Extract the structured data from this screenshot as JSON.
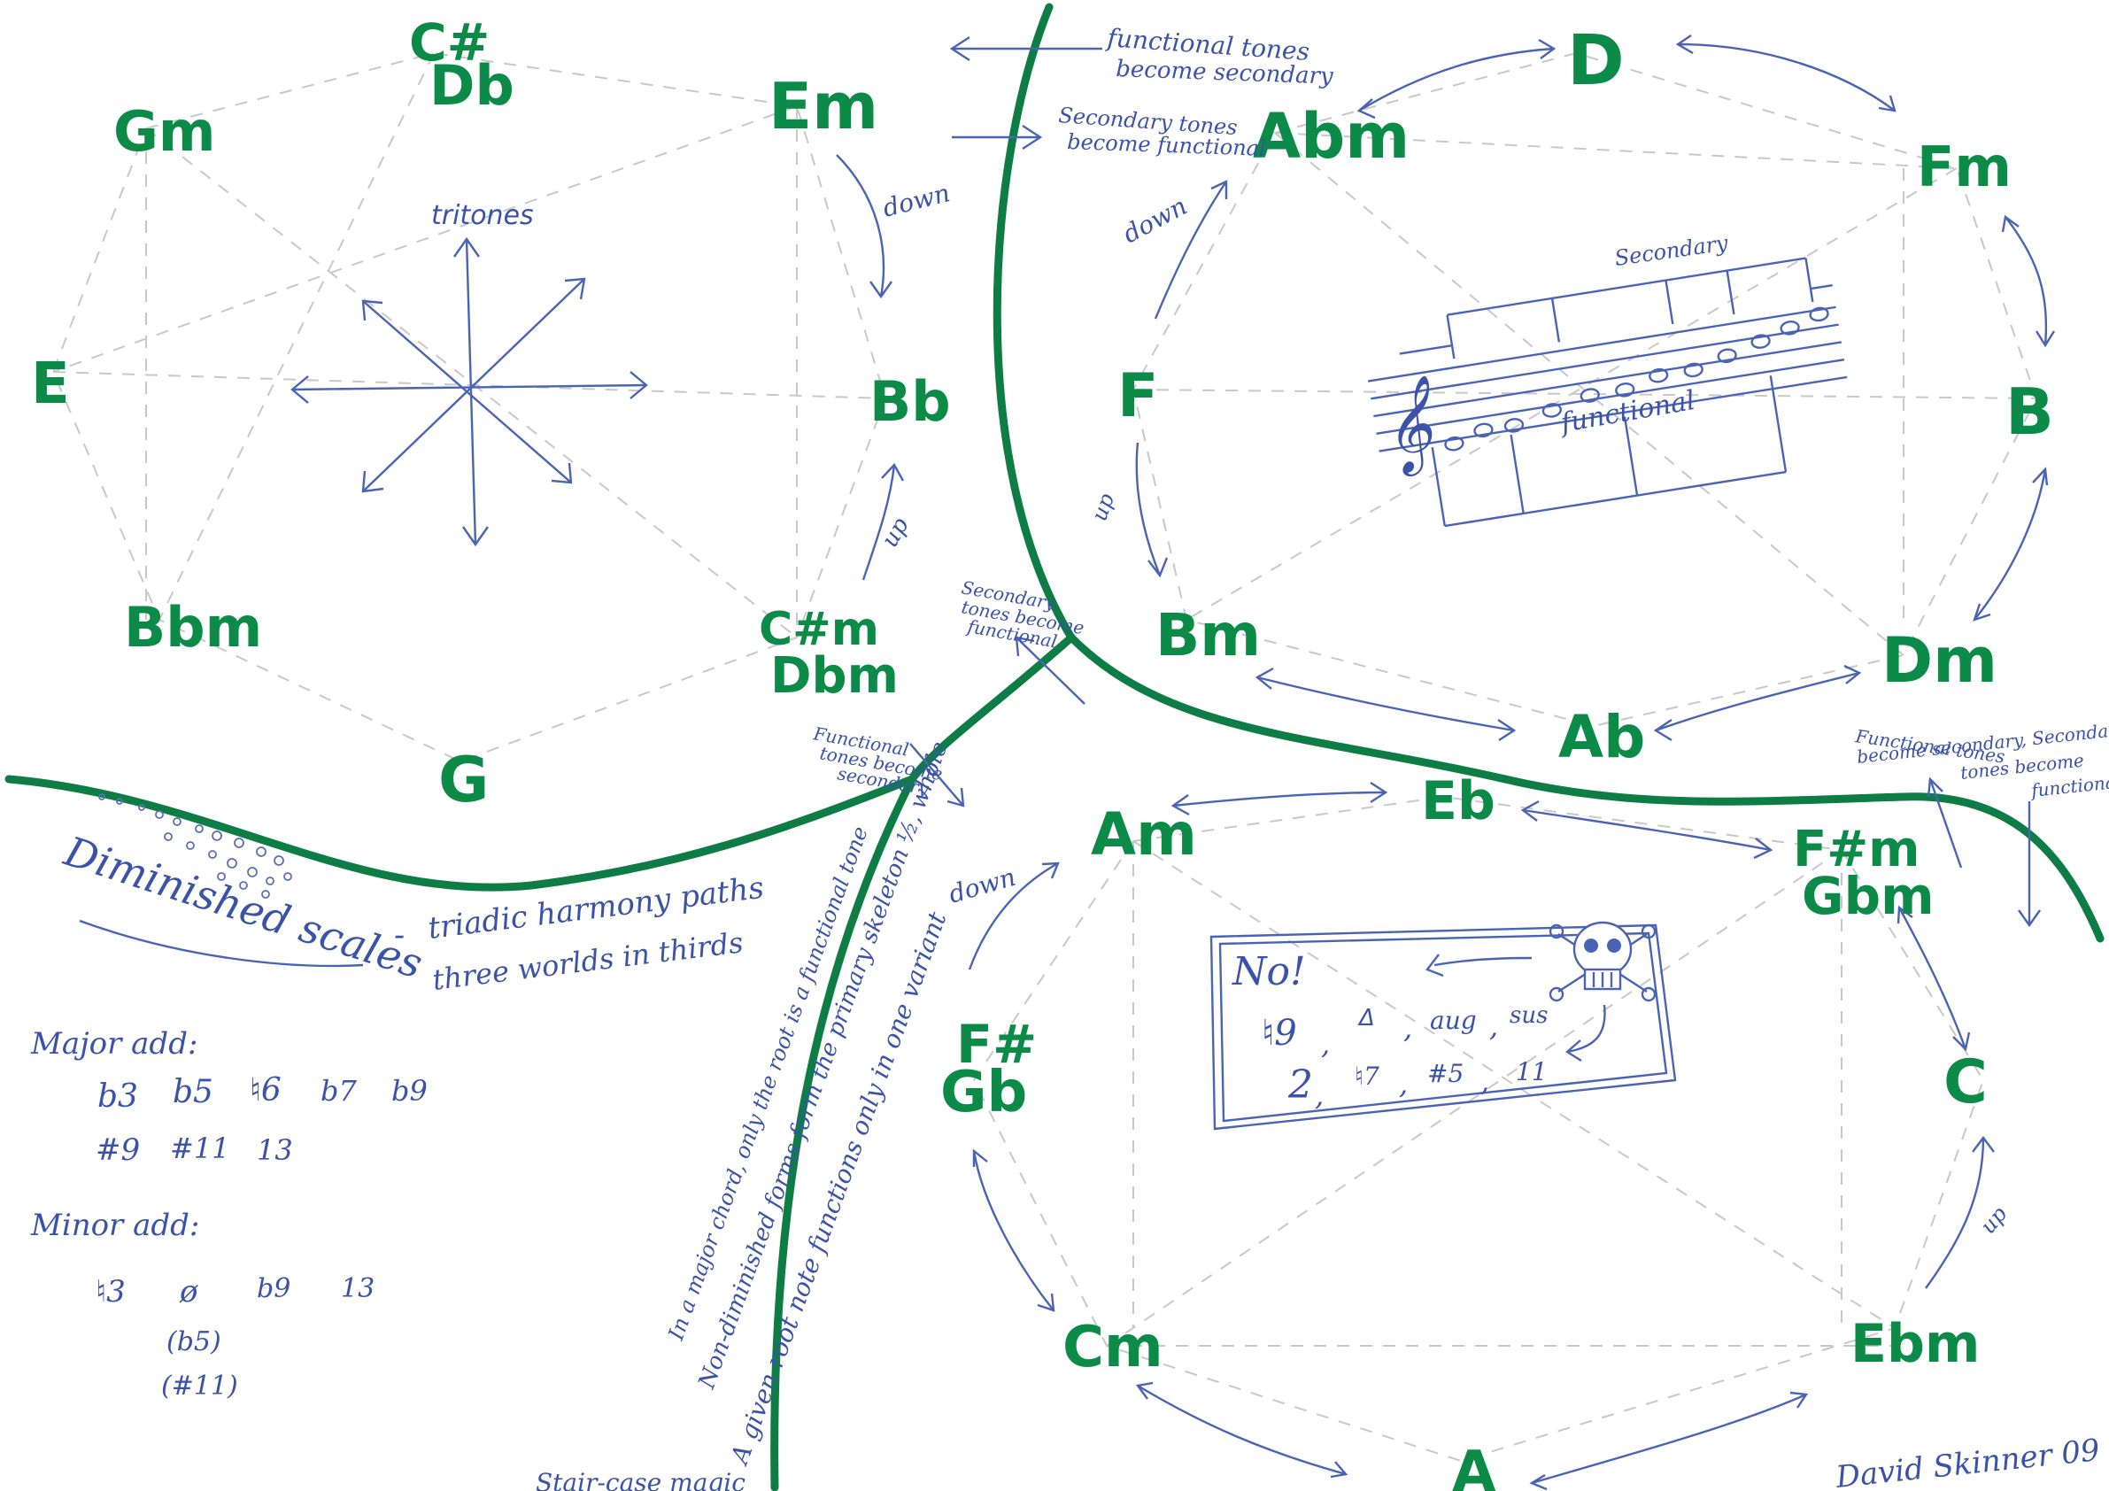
{
  "chords": {
    "gm": "Gm",
    "csharp": "C#",
    "db": "Db",
    "em": "Em",
    "e": "E",
    "bb": "Bb",
    "bbm": "Bbm",
    "csharpm": "C#m",
    "dbm": "Dbm",
    "g": "G",
    "d": "D",
    "abm": "Abm",
    "fm": "Fm",
    "f": "F",
    "b": "B",
    "bm": "Bm",
    "dm": "Dm",
    "ab": "Ab",
    "am": "Am",
    "eb": "Eb",
    "fsharpm": "F#m",
    "gbm": "Gbm",
    "fsharp": "F#",
    "gb": "Gb",
    "c": "C",
    "cm": "Cm",
    "ebm": "Ebm",
    "a": "A"
  },
  "notes": {
    "functional_secondary_1": "functional tones",
    "functional_secondary_2": "become secondary",
    "secondary_functional_1": "Secondary tones",
    "secondary_functional_2": "become functional",
    "down_1": "down",
    "down_2": "down",
    "down_3": "down",
    "up_1": "up",
    "up_2": "up",
    "up_3": "up",
    "tritones": "tritones",
    "secondary_staff": "Secondary",
    "functional_staff": "functional",
    "mid_sec_1": "Secondary",
    "mid_sec_2": "tones become",
    "mid_sec_3": "functional",
    "mid_func_1": "Functional",
    "mid_func_2": "tones become",
    "mid_func_3": "secondary",
    "right_1": "Functional tones",
    "right_2": "become secondary, Secondary",
    "right_3": "tones become",
    "right_4": "functional"
  },
  "title": {
    "main": "Diminished scales",
    "dash": "-",
    "sub_1": "triadic harmony paths",
    "sub_2": "three worlds in thirds"
  },
  "major": {
    "label": "Major add:",
    "row_1": [
      "b3",
      "b5",
      "♮6",
      "b7",
      "b9"
    ],
    "row_2": [
      "#9",
      "#11",
      "13"
    ]
  },
  "minor": {
    "label": "Minor add:",
    "row_1": [
      "♮3",
      "ø",
      "b9",
      "13"
    ],
    "row_2": [
      "(b5)",
      "(#11)"
    ]
  },
  "rotated": {
    "line_1": "In a major chord, only the root is a functional tone",
    "line_2": "Non-diminished forms form the primary skeleton ½, whole",
    "line_3": "A given root note functions only in one variant"
  },
  "no_box": {
    "title": "No!",
    "row_1": [
      "♮9",
      ",",
      "Δ",
      ",",
      "aug",
      ",",
      "sus"
    ],
    "row_2": [
      "2",
      ",",
      "♮7",
      ",",
      "#5",
      ",",
      "11"
    ]
  },
  "signature": "David Skinner 09",
  "bottom_text": "Stair-case magic",
  "colors": {
    "ink": "#3a52a8",
    "marker": "#0c8a48",
    "divider": "#0d7d45",
    "dash": "#c8c8c8"
  },
  "icons": [
    "skull-crossbones-icon",
    "treble-clef-icon"
  ]
}
